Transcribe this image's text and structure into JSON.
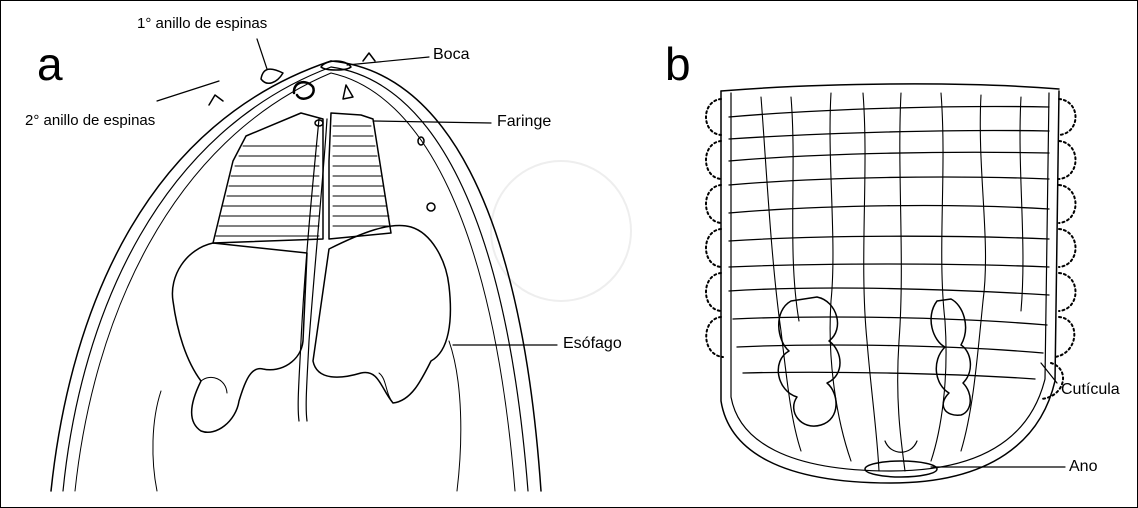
{
  "panels": {
    "a": {
      "letter": "a"
    },
    "b": {
      "letter": "b"
    }
  },
  "labels": {
    "ring1": "1° anillo de espinas",
    "ring2": "2° anillo de espinas",
    "boca": "Boca",
    "faringe": "Faringe",
    "esofago": "Esófago",
    "cuticula": "Cutícula",
    "ano": "Ano"
  },
  "colors": {
    "ink": "#000000",
    "background": "#ffffff",
    "watermark": "#eeeeee"
  }
}
